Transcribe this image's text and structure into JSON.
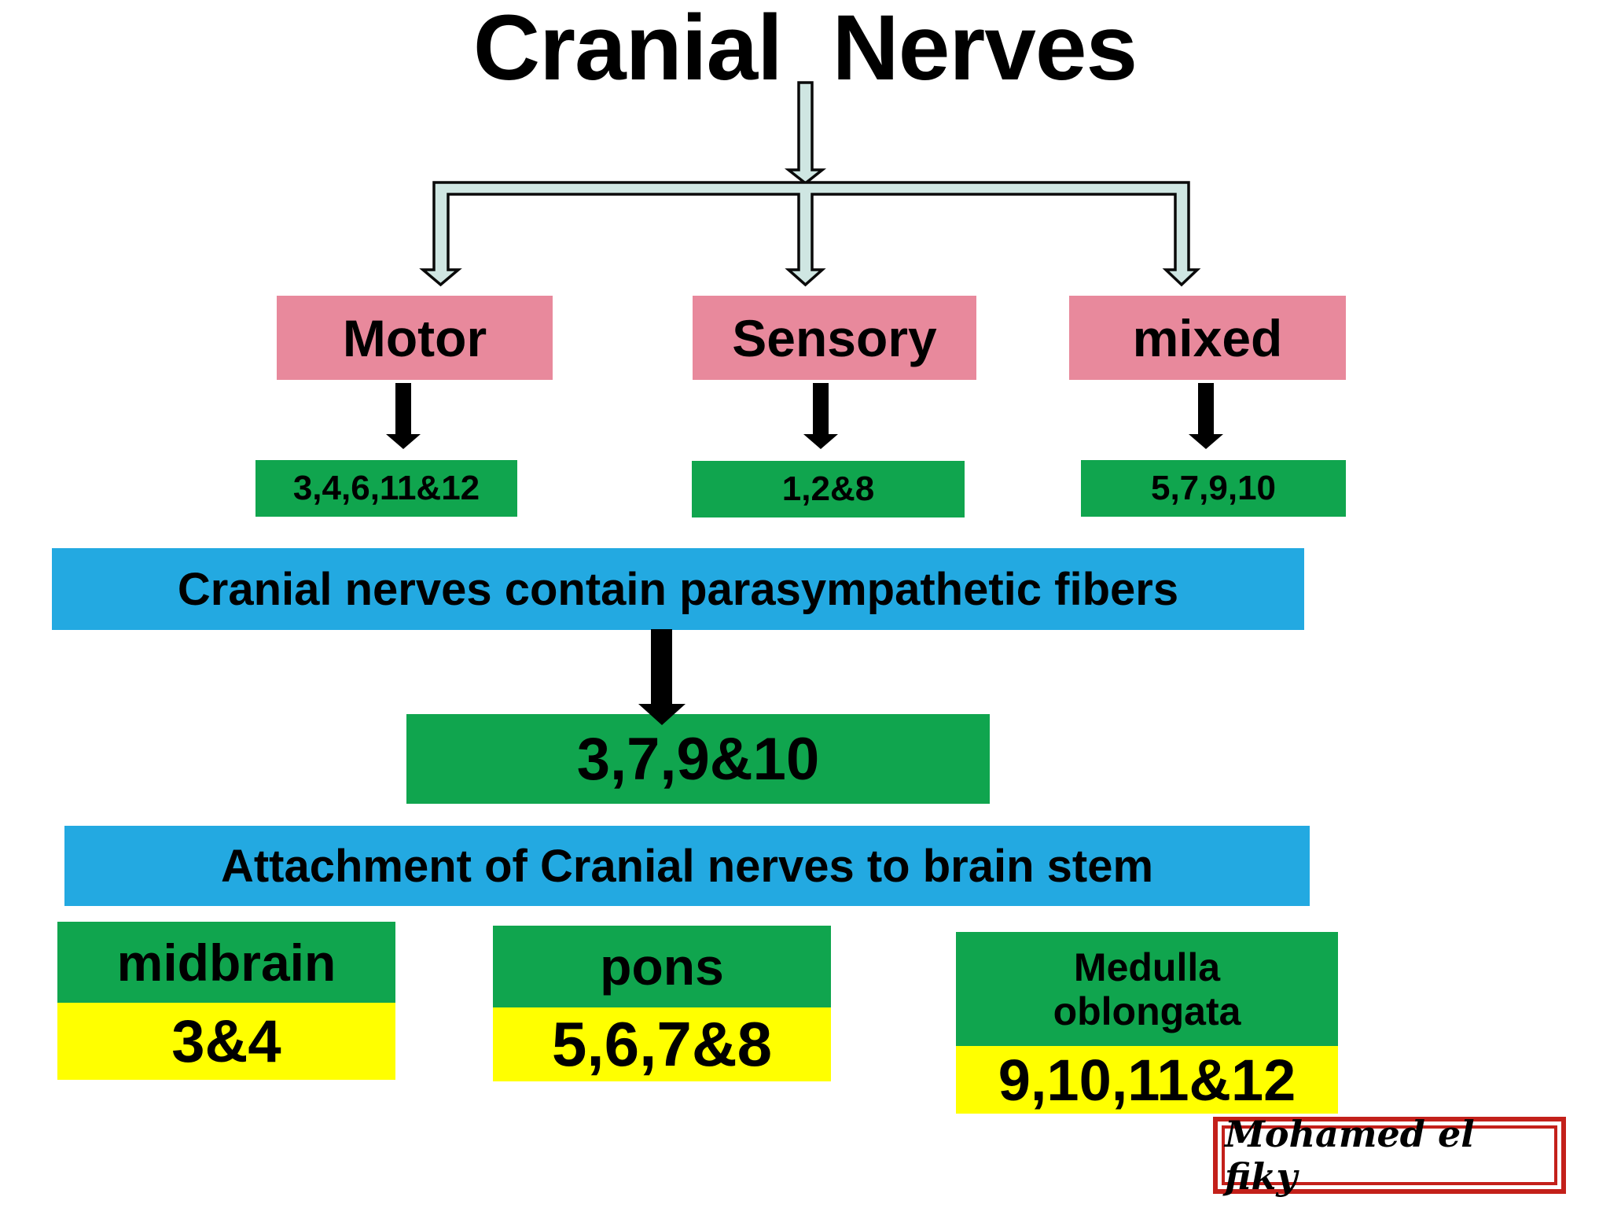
{
  "title": "Cranial  Nerves",
  "nerve_types": {
    "items": [
      {
        "label": "Motor",
        "nerves": "3,4,6,11&12"
      },
      {
        "label": "Sensory",
        "nerves": "1,2&8"
      },
      {
        "label": "mixed",
        "nerves": "5,7,9,10"
      }
    ]
  },
  "parasympathetic": {
    "banner": "Cranial nerves contain parasympathetic fibers",
    "nerves": "3,7,9&10"
  },
  "attachment": {
    "banner": "Attachment of Cranial nerves to brain stem",
    "regions": [
      {
        "label": "midbrain",
        "nerves": "3&4"
      },
      {
        "label": "pons",
        "nerves": "5,6,7&8"
      },
      {
        "label": "Medulla\noblongata",
        "nerves": "9,10,11&12"
      }
    ]
  },
  "signature": "Mohamed el fiky",
  "colors": {
    "type_box_pink": "#e8899c",
    "nerve_box_green": "#10a54e",
    "banner_blue": "#23a9e1",
    "region_yellow": "#ffff00",
    "connector_fill": "#cfe6e2",
    "arrow_black": "#000000",
    "signature_border_red": "#c3201a",
    "text": "#000000",
    "background": "#ffffff"
  }
}
